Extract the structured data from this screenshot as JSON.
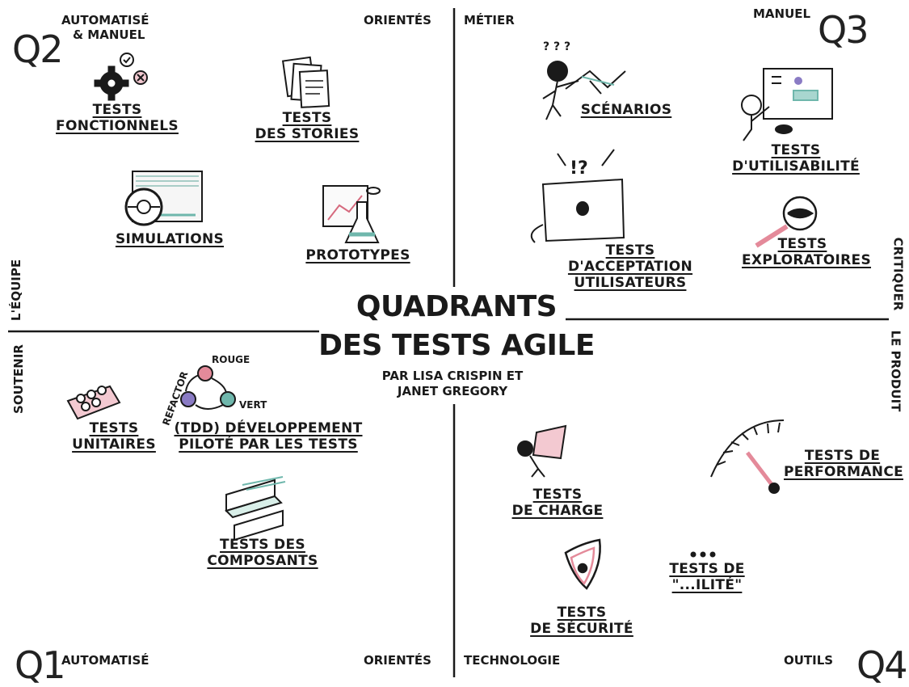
{
  "title": {
    "line1": "QUADRANTS",
    "line2": "DES TESTS AGILE"
  },
  "byline": {
    "line1": "PAR LISA CRISPIN ET",
    "line2": "JANET GREGORY"
  },
  "axes": {
    "top_left": "ORIENTÉS",
    "top_right": "MÉTIER",
    "bottom_left": "ORIENTÉS",
    "bottom_right": "TECHNOLOGIE",
    "left_top": "L'ÉQUIPE",
    "left_bottom": "SOUTENIR",
    "right_top": "CRITIQUER",
    "right_bottom": "LE PRODUIT"
  },
  "quadrants": {
    "q1": {
      "num": "Q1",
      "label": "AUTOMATISÉ"
    },
    "q2": {
      "num": "Q2",
      "label_line1": "AUTOMATISÉ",
      "label_line2": "& MANUEL"
    },
    "q3": {
      "num": "Q3",
      "label": "MANUEL"
    },
    "q4": {
      "num": "Q4",
      "label": "OUTILS"
    }
  },
  "items": {
    "tests_fonctionnels": {
      "l1": "TESTS",
      "l2": "FONCTIONNELS"
    },
    "tests_stories": {
      "l1": "TESTS",
      "l2": "DES STORIES"
    },
    "simulations": {
      "l1": "SIMULATIONS"
    },
    "prototypes": {
      "l1": "PROTOTYPES"
    },
    "scenarios": {
      "l1": "SCÉNARIOS"
    },
    "utilisabilite": {
      "l1": "TESTS",
      "l2": "D'UTILISABILITÉ"
    },
    "acceptation": {
      "l1": "TESTS",
      "l2": "D'ACCEPTATION",
      "l3": "UTILISATEURS"
    },
    "exploratoires": {
      "l1": "TESTS",
      "l2": "EXPLORATOIRES"
    },
    "unitaires": {
      "l1": "TESTS",
      "l2": "UNITAIRES"
    },
    "tdd": {
      "l1": "(TDD) DÉVELOPPEMENT",
      "l2": "PILOTÉ PAR LES TESTS"
    },
    "composants": {
      "l1": "TESTS DES",
      "l2": "COMPOSANTS"
    },
    "charge": {
      "l1": "TESTS",
      "l2": "DE CHARGE"
    },
    "performance": {
      "l1": "TESTS DE",
      "l2": "PERFORMANCE"
    },
    "securite": {
      "l1": "TESTS",
      "l2": "DE SÉCURITÉ"
    },
    "ilite": {
      "l1": "TESTS DE",
      "l2": "\"...ILITÉ\""
    }
  },
  "tdd_cycle": {
    "rouge": "ROUGE",
    "vert": "VERT",
    "refactor": "REFACTOR"
  },
  "colors": {
    "ink": "#1a1a1a",
    "pink": "#e48a9a",
    "teal": "#6fb7ac",
    "purple": "#8a7bc4"
  }
}
